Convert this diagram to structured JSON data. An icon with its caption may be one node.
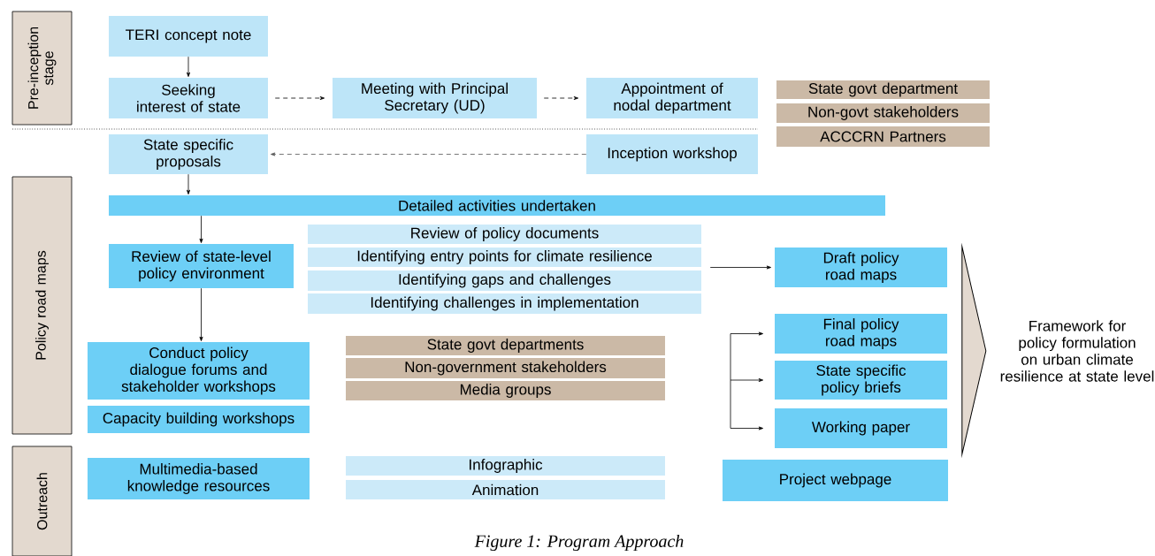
{
  "diagram": {
    "caption": "Figure 1: Program Approach",
    "nodes": [
      {
        "text": [
          "Pre-inception stage"
        ]
      },
      {
        "text": [
          "Policy road maps"
        ]
      },
      {
        "text": [
          "Outreach"
        ]
      },
      {
        "text": [
          "TERI concept note"
        ]
      },
      {
        "text": [
          "Seeking interest of state"
        ]
      },
      {
        "text": [
          "Meeting with Principal Secretary (UD)"
        ]
      },
      {
        "text": [
          "Appointment of nodal department"
        ]
      },
      {
        "text": [
          "State govt department"
        ]
      },
      {
        "text": [
          "Non-govt stakeholders"
        ]
      },
      {
        "text": [
          "ACCCRN Partners"
        ]
      },
      {
        "text": [
          "State specific proposals"
        ]
      },
      {
        "text": [
          "Inception workshop"
        ]
      },
      {
        "text": [
          "Detailed activities undertaken"
        ]
      },
      {
        "text": [
          "Review of policy documents"
        ]
      },
      {
        "text": [
          "Identifying entry points for climate resilience"
        ]
      },
      {
        "text": [
          "Identifying gaps and challenges"
        ]
      },
      {
        "text": [
          "Identifying challenges in implementation"
        ]
      },
      {
        "text": [
          "Review of state-level policy environment"
        ]
      },
      {
        "text": [
          "Draft policy road maps"
        ]
      },
      {
        "text": [
          "Conduct policy dialogue forums and stakeholder workshops"
        ]
      },
      {
        "text": [
          "State govt departments"
        ]
      },
      {
        "text": [
          "Non-government stakeholders"
        ]
      },
      {
        "text": [
          "Media groups"
        ]
      },
      {
        "text": [
          "Capacity building workshops"
        ]
      },
      {
        "text": [
          "Final policy road maps"
        ]
      },
      {
        "text": [
          "State specific policy briefs"
        ]
      },
      {
        "text": [
          "Working paper"
        ]
      },
      {
        "text": [
          "Multimedia-based knowledge resources"
        ]
      },
      {
        "text": [
          "Infographic"
        ]
      },
      {
        "text": [
          "Animation"
        ]
      },
      {
        "text": [
          "Project webpage"
        ]
      },
      {
        "text": [
          "Framework for policy formulation on urban climate resilience at state level"
        ]
      }
    ],
    "edges": [
      {
        "from": 3,
        "to": 4,
        "arrow": "to"
      },
      {
        "from": 4,
        "to": 5,
        "arrow": "to",
        "style": "dashed"
      },
      {
        "from": 5,
        "to": 6,
        "arrow": "to",
        "style": "dashed"
      },
      {
        "from": 11,
        "to": 10,
        "arrow": "to",
        "style": "dashed",
        "color": "#555555"
      },
      {
        "from": 10,
        "to": 12,
        "arrow": "to"
      },
      {
        "from": 12,
        "to": 17,
        "arrow": "to"
      },
      {
        "from": 17,
        "to": 19,
        "arrow": "to"
      },
      {
        "from": 14,
        "to": 18,
        "arrow": "to"
      },
      {
        "from": null,
        "to": 24,
        "arrow": "to"
      },
      {
        "from": null,
        "to": 25,
        "arrow": "to"
      },
      {
        "from": null,
        "to": 26,
        "arrow": "to"
      },
      {
        "from": null,
        "to": 31,
        "arrow": "to"
      }
    ]
  }
}
